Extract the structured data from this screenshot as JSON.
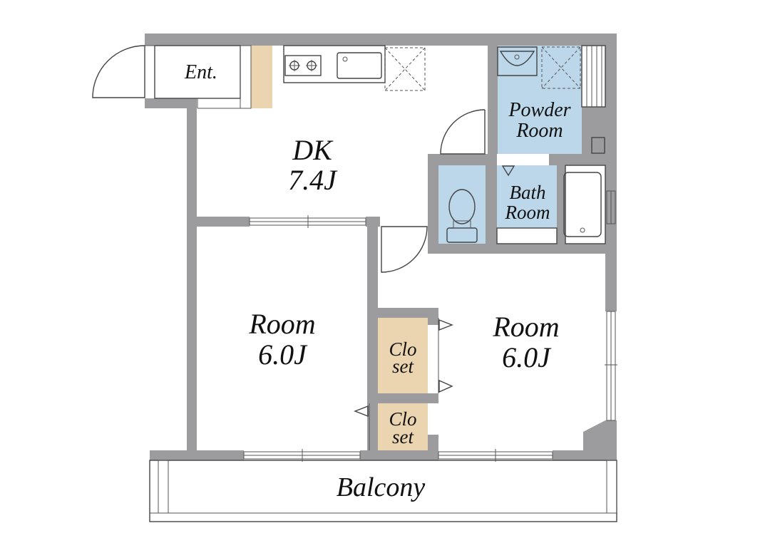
{
  "plan": {
    "rooms": {
      "entrance": "Ent.",
      "dk_name": "DK",
      "dk_size": "7.4J",
      "powder_1": "Powder",
      "powder_2": "Room",
      "bath_1": "Bath",
      "bath_2": "Room",
      "room_left_name": "Room",
      "room_left_size": "6.0J",
      "room_right_name": "Room",
      "room_right_size": "6.0J",
      "closet_upper_1": "Clo",
      "closet_upper_2": "set",
      "closet_lower_1": "Clo",
      "closet_lower_2": "set",
      "balcony": "Balcony"
    },
    "colors": {
      "wall": "#9c9c9e",
      "wet_area": "#bcd7ea",
      "closet": "#ead5b0"
    },
    "icons": [
      "door-swing-icon",
      "stove-icon",
      "sink-icon",
      "toilet-icon",
      "bathtub-icon",
      "washbasin-icon",
      "sliding-window-icon"
    ]
  }
}
